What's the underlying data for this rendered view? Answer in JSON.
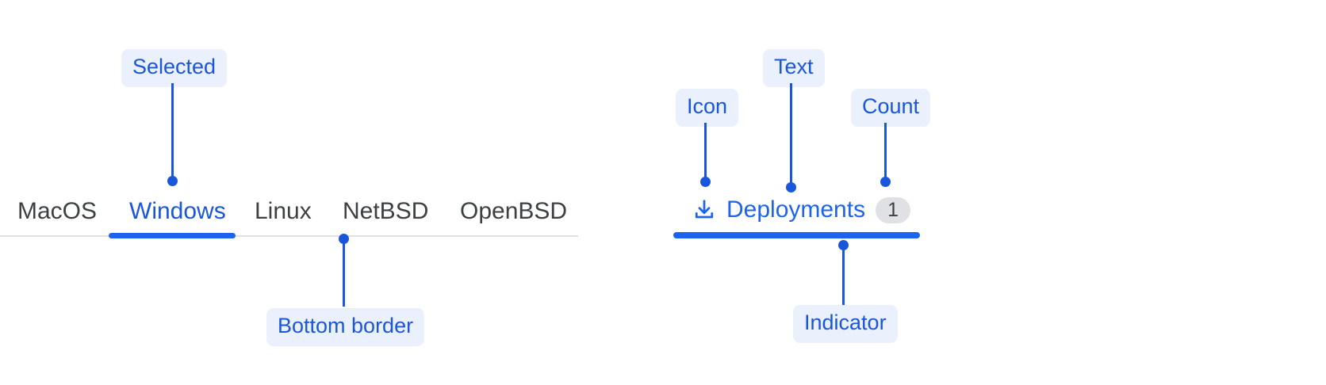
{
  "left_example": {
    "name": "tab-bar-anatomy",
    "tabs": [
      {
        "label": "MacOS",
        "selected": false
      },
      {
        "label": "Windows",
        "selected": true
      },
      {
        "label": "Linux",
        "selected": false
      },
      {
        "label": "NetBSD",
        "selected": false
      },
      {
        "label": "OpenBSD",
        "selected": false
      }
    ],
    "annotations": {
      "selected": "Selected",
      "bottom_border": "Bottom border"
    }
  },
  "right_example": {
    "name": "tab-item-anatomy",
    "tab": {
      "icon": "download-icon",
      "text": "Deployments",
      "count": "1"
    },
    "annotations": {
      "icon": "Icon",
      "text": "Text",
      "count": "Count",
      "indicator": "Indicator"
    }
  },
  "colors": {
    "accent": "#1d63ed",
    "annotation_text": "#1a56db",
    "annotation_bg": "#eaf1fd",
    "tab_text": "#3c4043",
    "divider": "#dfe1e5",
    "badge_bg": "#dfe1e5",
    "background": "#ffffff"
  }
}
